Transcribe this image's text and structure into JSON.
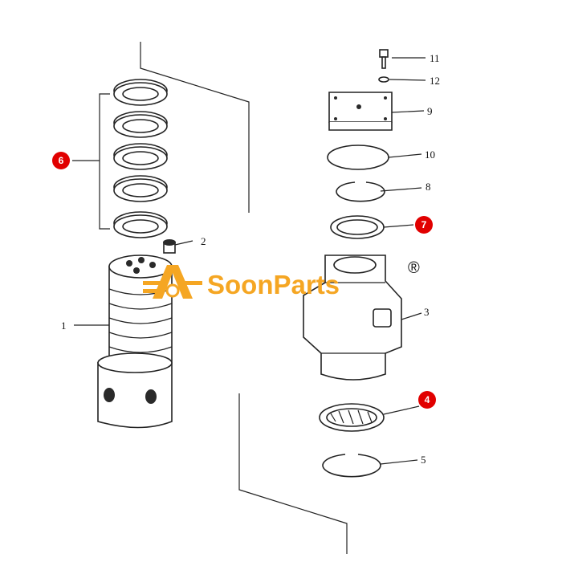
{
  "diagram": {
    "callouts": [
      {
        "id": "1",
        "text": "1",
        "highlighted": false
      },
      {
        "id": "2",
        "text": "2",
        "highlighted": false
      },
      {
        "id": "3",
        "text": "3",
        "highlighted": false
      },
      {
        "id": "4",
        "text": "4",
        "highlighted": true
      },
      {
        "id": "5",
        "text": "5",
        "highlighted": false
      },
      {
        "id": "6",
        "text": "6",
        "highlighted": true
      },
      {
        "id": "7",
        "text": "7",
        "highlighted": true
      },
      {
        "id": "8",
        "text": "8",
        "highlighted": false
      },
      {
        "id": "9",
        "text": "9",
        "highlighted": false
      },
      {
        "id": "10",
        "text": "10",
        "highlighted": false
      },
      {
        "id": "11",
        "text": "11",
        "highlighted": false
      },
      {
        "id": "12",
        "text": "12",
        "highlighted": false
      }
    ],
    "highlight_color": "#e10000",
    "line_color": "#222222"
  },
  "watermark": {
    "text": "SoonParts",
    "registered": "®",
    "color": "#f5a623"
  }
}
